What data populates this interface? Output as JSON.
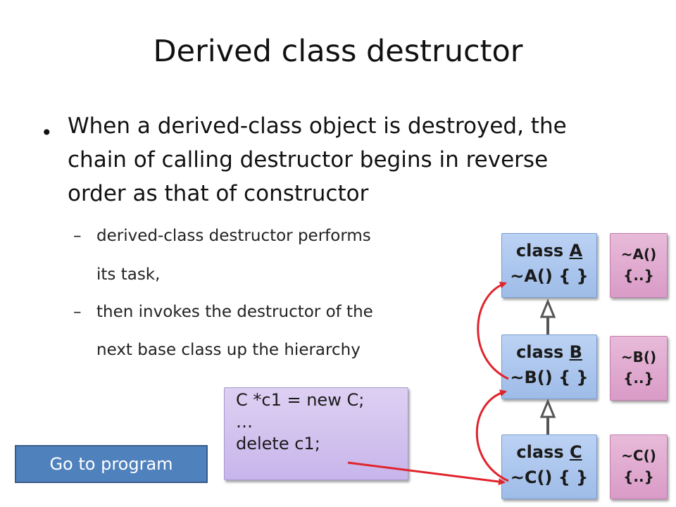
{
  "title": "Derived class destructor",
  "bullet": "When a derived-class object is destroyed, the chain of calling destructor begins in reverse order as that of constructor",
  "sub1_line1": "derived-class destructor performs",
  "sub1_line2": "its task,",
  "sub2_line1": "then invokes the destructor of the",
  "sub2_line2": "next base class up the hierarchy",
  "dash": "–",
  "bullet_mark": "•",
  "classes": [
    {
      "keyword": "class ",
      "name": "A",
      "body": "~A() {  }"
    },
    {
      "keyword": "class ",
      "name": "B",
      "body": "~B() {  }"
    },
    {
      "keyword": "class ",
      "name": "C",
      "body": "~C() {  }"
    }
  ],
  "destructors": [
    {
      "line1": "~A()",
      "line2": "{..}"
    },
    {
      "line1": "~B()",
      "line2": "{..}"
    },
    {
      "line1": "~C()",
      "line2": "{..}"
    }
  ],
  "code": [
    "C *c1 = new C;",
    "…",
    "delete c1;"
  ],
  "button_label": "Go to program",
  "colors": {
    "box_blue": "#a9c4ee",
    "box_pink": "#dea6cd",
    "code_box": "#d4c4ee",
    "button": "#4f81bd",
    "arrow": "#e0242c"
  }
}
